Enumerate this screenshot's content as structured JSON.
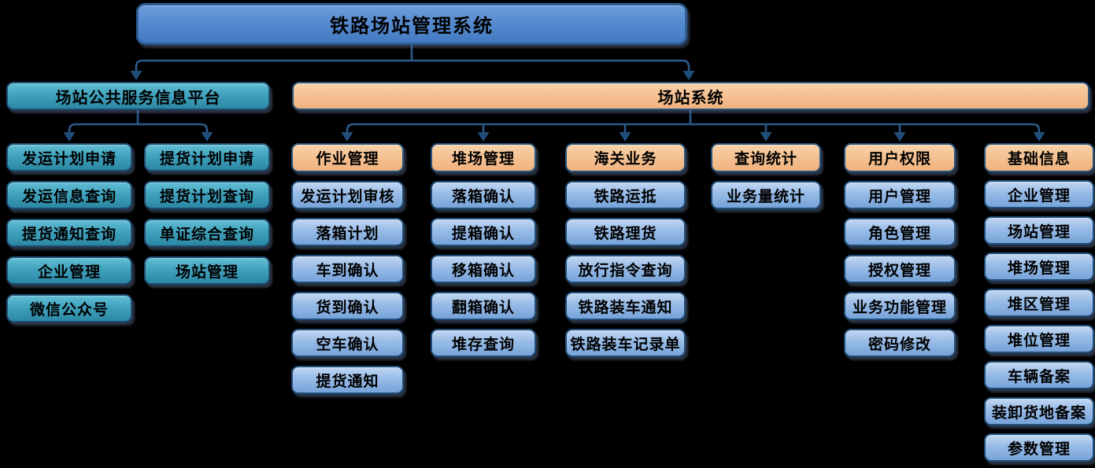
{
  "title": "铁路场站管理系统",
  "colors": {
    "background": "#000000",
    "root_box_fill": "#5288cd",
    "teal_fill": "#3fa0bb",
    "orange_fill": "#f4bf90",
    "item_blue_fill": "#9abde7",
    "connector": "#2b5a8a",
    "box_border": "#1e4e79"
  },
  "platform": {
    "label": "场站公共服务信息平台",
    "columns": [
      {
        "items": [
          "发运计划申请",
          "发运信息查询",
          "提货通知查询",
          "企业管理",
          "微信公众号"
        ]
      },
      {
        "items": [
          "提货计划申请",
          "提货计划查询",
          "单证综合查询",
          "场站管理"
        ]
      }
    ]
  },
  "system": {
    "label": "场站系统",
    "columns": [
      {
        "header": "作业管理",
        "items": [
          "发运计划审核",
          "落箱计划",
          "车到确认",
          "货到确认",
          "空车确认",
          "提货通知"
        ]
      },
      {
        "header": "堆场管理",
        "items": [
          "落箱确认",
          "提箱确认",
          "移箱确认",
          "翻箱确认",
          "堆存查询"
        ]
      },
      {
        "header": "海关业务",
        "items": [
          "铁路运抵",
          "铁路理货",
          "放行指令查询",
          "铁路装车通知",
          "铁路装车记录单"
        ]
      },
      {
        "header": "查询统计",
        "items": [
          "业务量统计"
        ]
      },
      {
        "header": "用户权限",
        "items": [
          "用户管理",
          "角色管理",
          "授权管理",
          "业务功能管理",
          "密码修改"
        ]
      },
      {
        "header": "基础信息",
        "items": [
          "企业管理",
          "场站管理",
          "堆场管理",
          "堆区管理",
          "堆位管理",
          "车辆备案",
          "装卸货地备案",
          "参数管理"
        ]
      }
    ]
  }
}
